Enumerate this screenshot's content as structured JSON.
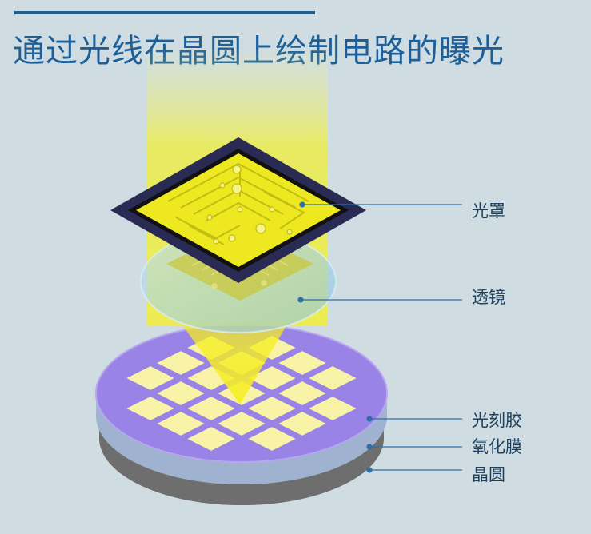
{
  "title": "通过光线在晶圆上绘制电路的曝光",
  "labels": {
    "photomask": "光罩",
    "lens": "透镜",
    "photoresist": "光刻胶",
    "oxide_film": "氧化膜",
    "wafer": "晶圆"
  },
  "colors": {
    "background": "#cfdde3",
    "title": "#1d5f98",
    "light": "#f7f21a",
    "mask_frame": "#2a2b55",
    "photoresist": "#9a83e6",
    "oxide": "#a9bcd8",
    "wafer": "#7d7d7d",
    "leader": "#2f6ea6"
  }
}
